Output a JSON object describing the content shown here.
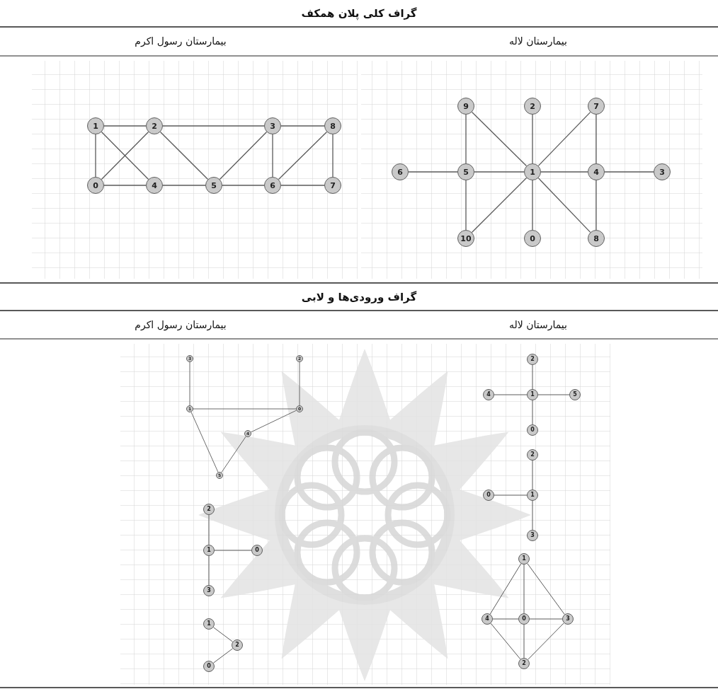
{
  "diagram": {
    "nodes": [
      {
        "text": [
          "9"
        ]
      },
      {
        "text": [
          "2"
        ]
      },
      {
        "text": [
          "7"
        ]
      },
      {
        "text": [
          "6"
        ]
      },
      {
        "text": [
          "5"
        ]
      },
      {
        "text": [
          "1"
        ]
      },
      {
        "text": [
          "4"
        ]
      },
      {
        "text": [
          "3"
        ]
      },
      {
        "text": [
          "10"
        ]
      },
      {
        "text": [
          "0"
        ]
      },
      {
        "text": [
          "8"
        ]
      },
      {
        "text": [
          "1"
        ]
      },
      {
        "text": [
          "2"
        ]
      },
      {
        "text": [
          "3"
        ]
      },
      {
        "text": [
          "8"
        ]
      },
      {
        "text": [
          "0"
        ]
      },
      {
        "text": [
          "4"
        ]
      },
      {
        "text": [
          "5"
        ]
      },
      {
        "text": [
          "6"
        ]
      },
      {
        "text": [
          "7"
        ]
      },
      {
        "text": [
          "2"
        ]
      },
      {
        "text": [
          "4"
        ]
      },
      {
        "text": [
          "1"
        ]
      },
      {
        "text": [
          "5"
        ]
      },
      {
        "text": [
          "0"
        ]
      },
      {
        "text": [
          "2"
        ]
      },
      {
        "text": [
          "0"
        ]
      },
      {
        "text": [
          "1"
        ]
      },
      {
        "text": [
          "3"
        ]
      },
      {
        "text": [
          "1"
        ]
      },
      {
        "text": [
          "4"
        ]
      },
      {
        "text": [
          "0"
        ]
      },
      {
        "text": [
          "3"
        ]
      },
      {
        "text": [
          "2"
        ]
      },
      {
        "text": [
          "3"
        ]
      },
      {
        "text": [
          "2"
        ]
      },
      {
        "text": [
          "1"
        ]
      },
      {
        "text": [
          "0"
        ]
      },
      {
        "text": [
          "4"
        ]
      },
      {
        "text": [
          "5"
        ]
      },
      {
        "text": [
          "2"
        ]
      },
      {
        "text": [
          "1"
        ]
      },
      {
        "text": [
          "0"
        ]
      },
      {
        "text": [
          "3"
        ]
      },
      {
        "text": [
          "1"
        ]
      },
      {
        "text": [
          "2"
        ]
      },
      {
        "text": [
          "0"
        ]
      }
    ],
    "edges": [
      {
        "from": 0,
        "to": 4,
        "arrow": "none"
      },
      {
        "from": 0,
        "to": 5,
        "arrow": "none"
      },
      {
        "from": 1,
        "to": 5,
        "arrow": "none"
      },
      {
        "from": 2,
        "to": 5,
        "arrow": "none"
      },
      {
        "from": 2,
        "to": 6,
        "arrow": "none"
      },
      {
        "from": 3,
        "to": 4,
        "arrow": "none"
      },
      {
        "from": 4,
        "to": 5,
        "arrow": "none"
      },
      {
        "from": 5,
        "to": 6,
        "arrow": "none"
      },
      {
        "from": 6,
        "to": 7,
        "arrow": "none"
      },
      {
        "from": 4,
        "to": 8,
        "arrow": "none"
      },
      {
        "from": 5,
        "to": 8,
        "arrow": "none"
      },
      {
        "from": 5,
        "to": 9,
        "arrow": "none"
      },
      {
        "from": 5,
        "to": 10,
        "arrow": "none"
      },
      {
        "from": 6,
        "to": 10,
        "arrow": "none"
      },
      {
        "from": 11,
        "to": 12,
        "arrow": "none"
      },
      {
        "from": 12,
        "to": 13,
        "arrow": "none"
      },
      {
        "from": 13,
        "to": 14,
        "arrow": "none"
      },
      {
        "from": 11,
        "to": 15,
        "arrow": "none"
      },
      {
        "from": 11,
        "to": 16,
        "arrow": "none"
      },
      {
        "from": 12,
        "to": 15,
        "arrow": "none"
      },
      {
        "from": 12,
        "to": 17,
        "arrow": "none"
      },
      {
        "from": 15,
        "to": 16,
        "arrow": "none"
      },
      {
        "from": 16,
        "to": 17,
        "arrow": "none"
      },
      {
        "from": 17,
        "to": 18,
        "arrow": "none"
      },
      {
        "from": 18,
        "to": 19,
        "arrow": "none"
      },
      {
        "from": 13,
        "to": 17,
        "arrow": "none"
      },
      {
        "from": 13,
        "to": 18,
        "arrow": "none"
      },
      {
        "from": 14,
        "to": 18,
        "arrow": "none"
      },
      {
        "from": 14,
        "to": 19,
        "arrow": "none"
      },
      {
        "from": 20,
        "to": 22,
        "arrow": "none"
      },
      {
        "from": 21,
        "to": 22,
        "arrow": "none"
      },
      {
        "from": 22,
        "to": 23,
        "arrow": "none"
      },
      {
        "from": 22,
        "to": 24,
        "arrow": "none"
      },
      {
        "from": 25,
        "to": 27,
        "arrow": "none"
      },
      {
        "from": 26,
        "to": 27,
        "arrow": "none"
      },
      {
        "from": 27,
        "to": 28,
        "arrow": "none"
      },
      {
        "from": 29,
        "to": 30,
        "arrow": "none"
      },
      {
        "from": 29,
        "to": 31,
        "arrow": "none"
      },
      {
        "from": 29,
        "to": 32,
        "arrow": "none"
      },
      {
        "from": 30,
        "to": 31,
        "arrow": "none"
      },
      {
        "from": 31,
        "to": 32,
        "arrow": "none"
      },
      {
        "from": 30,
        "to": 33,
        "arrow": "none"
      },
      {
        "from": 31,
        "to": 33,
        "arrow": "none"
      },
      {
        "from": 32,
        "to": 33,
        "arrow": "none"
      },
      {
        "from": 34,
        "to": 36,
        "arrow": "none"
      },
      {
        "from": 35,
        "to": 37,
        "arrow": "none"
      },
      {
        "from": 36,
        "to": 37,
        "arrow": "none"
      },
      {
        "from": 36,
        "to": 39,
        "arrow": "none"
      },
      {
        "from": 39,
        "to": 38,
        "arrow": "none"
      },
      {
        "from": 38,
        "to": 37,
        "arrow": "none"
      },
      {
        "from": 40,
        "to": 41,
        "arrow": "none"
      },
      {
        "from": 41,
        "to": 42,
        "arrow": "none"
      },
      {
        "from": 41,
        "to": 43,
        "arrow": "none"
      },
      {
        "from": 44,
        "to": 45,
        "arrow": "none"
      },
      {
        "from": 45,
        "to": 46,
        "arrow": "none"
      }
    ],
    "labels": [
      "گراف کلی پلان همکف",
      "بیمارستان لاله",
      "بیمارستان رسول اکرم",
      "گراف ورودی‌ها و لابی",
      "بیمارستان لاله",
      "بیمارستان رسول اکرم"
    ]
  }
}
